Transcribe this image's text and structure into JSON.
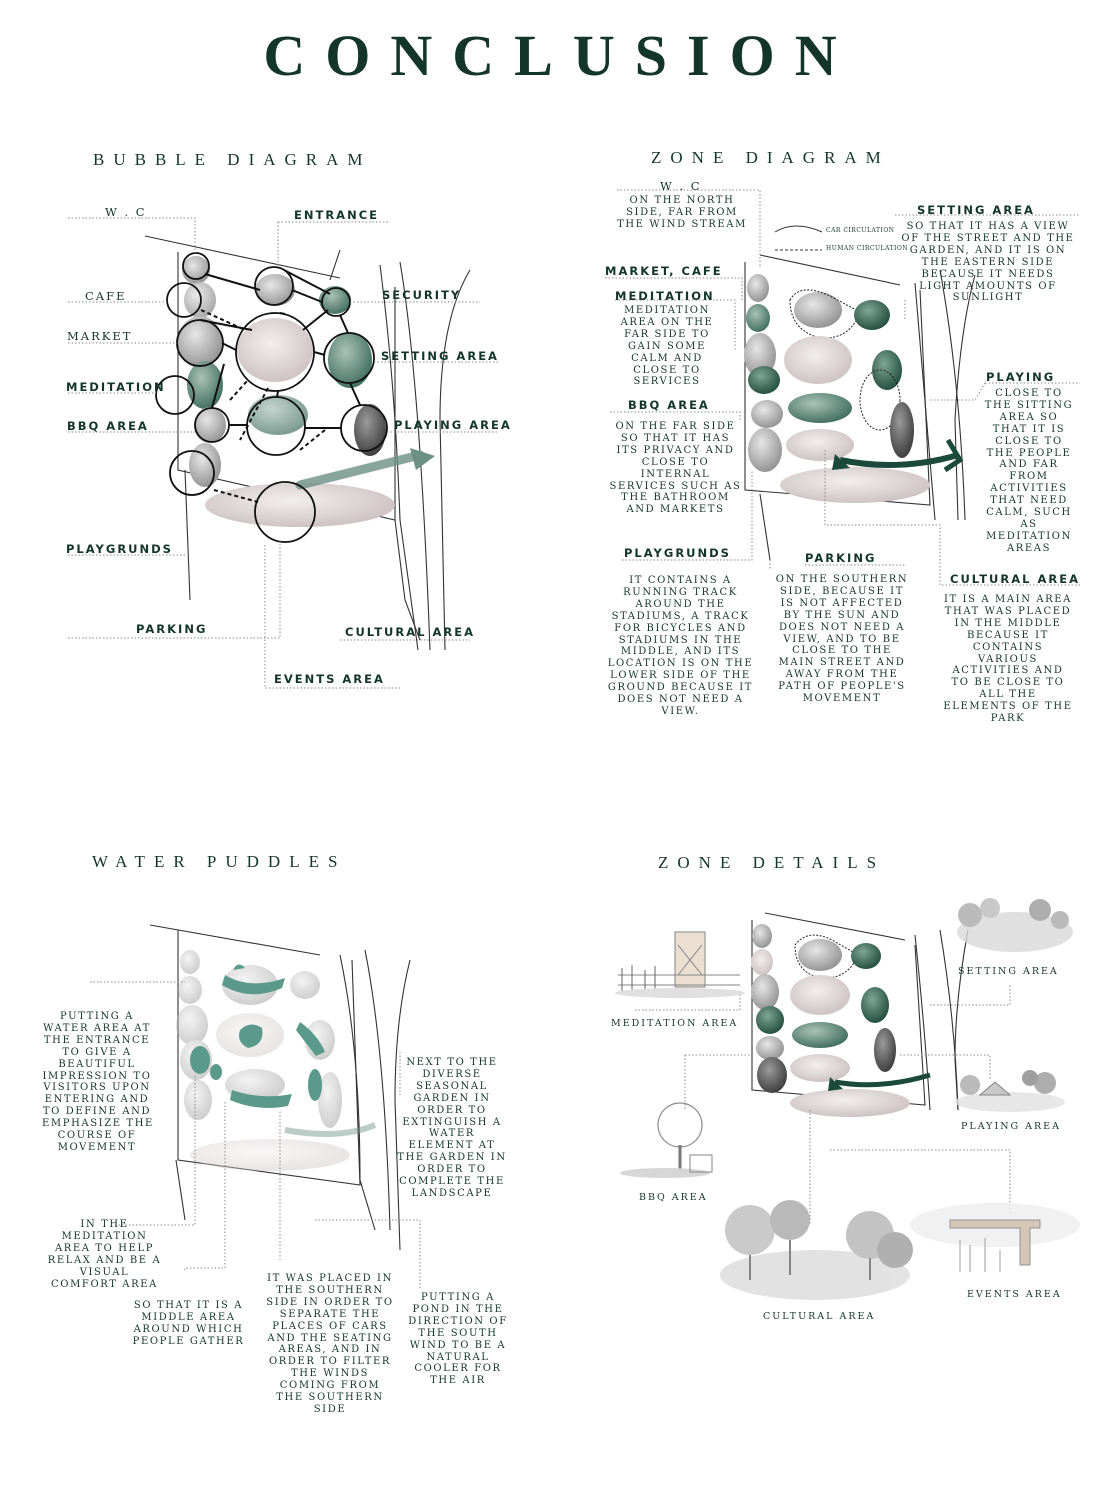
{
  "title": "CONCLUSION",
  "bubble": {
    "title": "BUBBLE DIAGRAM",
    "labels": {
      "wc": "W . C",
      "entrance": "ENTRANCE",
      "cafe": "CAFE",
      "security": "SECURITY",
      "market": "MARKET",
      "setting": "SETTING AREA",
      "meditation": "MEDITATION",
      "bbq": "BBQ AREA",
      "playing": "PLAYING AREA",
      "playgrounds": "PLAYGRUNDS",
      "parking": "PARKING",
      "cultural": "CULTURAL AREA",
      "events": "EVENTS AREA"
    }
  },
  "zone": {
    "title": "ZONE DIAGRAM",
    "legend": {
      "car": "CAR CIRCULATION",
      "human": "HUMAN CIRCULATION"
    },
    "wc": {
      "title": "W . C",
      "text": "ON THE NORTH\nSIDE, FAR FROM\nTHE WIND STREAM"
    },
    "setting": {
      "title": "SETTING AREA",
      "text": "SO THAT IT HAS A VIEW\nOF THE STREET AND THE\nGARDEN, AND IT IS ON\nTHE EASTERN SIDE\nBECAUSE IT NEEDS\nLIGHT AMOUNTS OF\nSUNLIGHT"
    },
    "market": {
      "title": "MARKET, CAFE"
    },
    "meditation": {
      "title": "MEDITATION",
      "text": "MEDITATION\nAREA ON THE\nFAR SIDE TO\nGAIN SOME\nCALM AND\nCLOSE TO\nSERVICES"
    },
    "playing": {
      "title": "PLAYING",
      "text": "CLOSE TO\nTHE SITTING\nAREA SO\nTHAT IT IS\nCLOSE TO\nTHE PEOPLE\nAND FAR\nFROM\nACTIVITIES\nTHAT NEED\nCALM, SUCH\nAS\nMEDITATION\nAREAS"
    },
    "bbq": {
      "title": "BBQ AREA",
      "text": "ON THE FAR SIDE\nSO THAT IT HAS\nITS PRIVACY AND\nCLOSE TO\nINTERNAL\nSERVICES SUCH AS\nTHE BATHROOM\nAND MARKETS"
    },
    "playgrounds": {
      "title": "PLAYGRUNDS",
      "text": "IT CONTAINS A\nRUNNING TRACK\nAROUND THE\nSTADIUMS, A TRACK\nFOR BICYCLES AND\nSTADIUMS IN THE\nMIDDLE, AND ITS\nLOCATION IS ON THE\nLOWER SIDE OF THE\nGROUND BECAUSE IT\nDOES NOT NEED A\nVIEW."
    },
    "parking": {
      "title": "PARKING",
      "text": "ON THE SOUTHERN\nSIDE, BECAUSE IT\nIS NOT AFFECTED\nBY THE SUN AND\nDOES NOT NEED A\nVIEW, AND TO BE\nCLOSE TO THE\nMAIN STREET AND\nAWAY FROM THE\nPATH OF PEOPLE'S\nMOVEMENT"
    },
    "cultural": {
      "title": "CULTURAL AREA",
      "text": "IT IS A MAIN AREA\nTHAT WAS PLACED\nIN THE MIDDLE\nBECAUSE IT\nCONTAINS\nVARIOUS\nACTIVITIES AND\nTO BE CLOSE TO\nALL THE\nELEMENTS OF THE\nPARK"
    }
  },
  "water": {
    "title": "WATER PUDDLES",
    "entrance_note": "PUTTING A\nWATER AREA AT\nTHE ENTRANCE\nTO GIVE A\nBEAUTIFUL\nIMPRESSION TO\nVISITORS UPON\nENTERING AND\nTO DEFINE AND\nEMPHASIZE THE\nCOURSE OF\nMOVEMENT",
    "seasonal_note": "NEXT TO THE\nDIVERSE\nSEASONAL\nGARDEN IN\nORDER TO\nEXTINGUISH A\nWATER\nELEMENT AT\nTHE GARDEN IN\nORDER TO\nCOMPLETE THE\nLANDSCAPE",
    "meditation_note": "IN THE\nMEDITATION\nAREA TO HELP\nRELAX AND BE A\nVISUAL\nCOMFORT AREA",
    "middle_note": "SO THAT IT IS A\nMIDDLE AREA\nAROUND WHICH\nPEOPLE GATHER",
    "southern_note": "IT WAS PLACED IN\nTHE SOUTHERN\nSIDE IN ORDER TO\nSEPARATE THE\nPLACES OF CARS\nAND THE SEATING\nAREAS, AND IN\nORDER TO FILTER\nTHE WINDS\nCOMING FROM\nTHE SOUTHERN\nSIDE",
    "pond_note": "PUTTING A\nPOND IN THE\nDIRECTION OF\nTHE SOUTH\nWIND TO BE A\nNATURAL\nCOOLER FOR\nTHE AIR"
  },
  "details": {
    "title": "ZONE DETAILS",
    "meditation": "MEDITATION AREA",
    "setting": "SETTING AREA",
    "playing": "PLAYING AREA",
    "bbq": "BBQ AREA",
    "cultural": "CULTURAL AREA",
    "events": "EVENTS AREA"
  }
}
